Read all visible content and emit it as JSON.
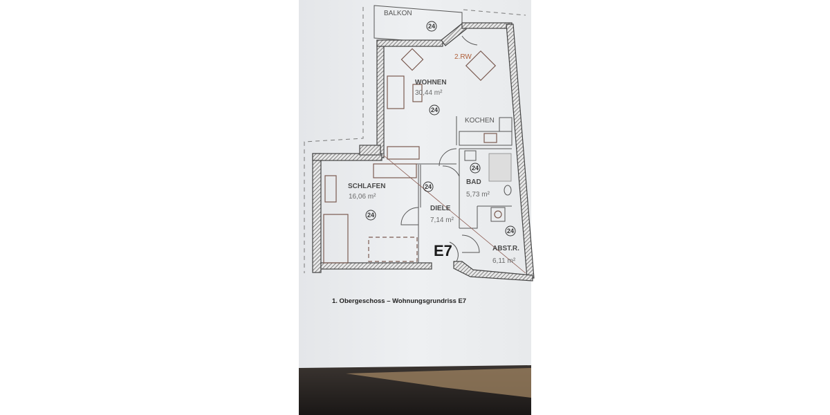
{
  "plan": {
    "balcony": {
      "label": "BALKON",
      "floor_code": "24"
    },
    "living": {
      "label": "WOHNEN",
      "area": "30,44 m²",
      "floor_code": "24",
      "window_note": "2.RW"
    },
    "kitchen": {
      "label": "KOCHEN"
    },
    "bath": {
      "label": "BAD",
      "area": "5,73 m²",
      "floor_code": "24"
    },
    "bedroom": {
      "label": "SCHLAFEN",
      "area": "16,06 m²",
      "floor_code": "24"
    },
    "hall": {
      "label": "DIELE",
      "area": "7,14 m²",
      "floor_code": "24"
    },
    "storage": {
      "label": "ABST.R.",
      "area": "6,11 m²",
      "floor_code": "24"
    },
    "unit_id": "E7",
    "caption": "1. Obergeschoss – Wohnungsgrundriss E7"
  },
  "colors": {
    "paper": "#eceef0",
    "wall": "#444444",
    "note": "#b0603a",
    "table": "#2a2522"
  }
}
